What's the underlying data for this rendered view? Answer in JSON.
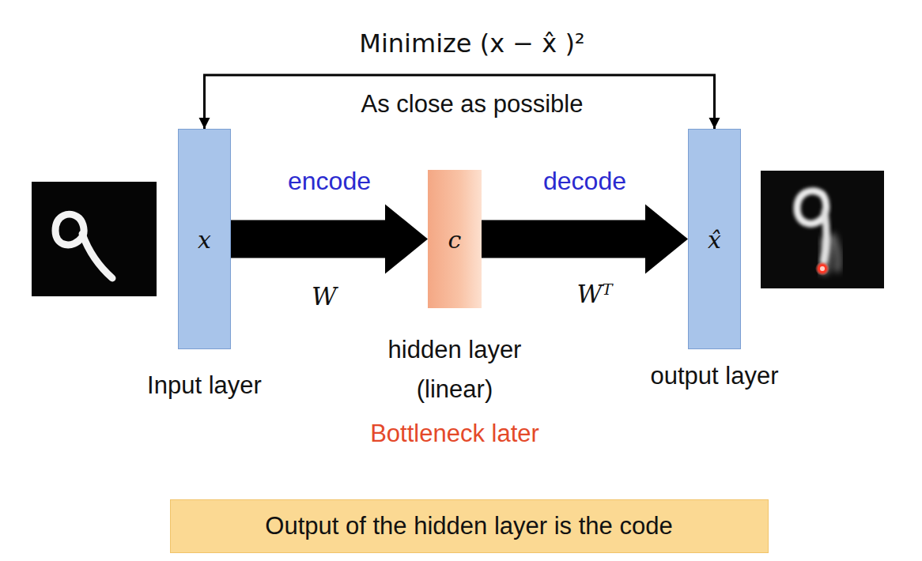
{
  "diagram": {
    "nodes": [
      {
        "text": [
          "x",
          "Input layer"
        ]
      },
      {
        "text": [
          "c",
          "hidden layer (linear)"
        ]
      },
      {
        "text": [
          "x̂",
          "output layer"
        ]
      },
      {
        "text": [
          "Output of the hidden layer is the code"
        ]
      }
    ],
    "edges": [
      {
        "from": 0,
        "to": 1,
        "arrow": "to",
        "label": "encode"
      },
      {
        "from": 1,
        "to": 2,
        "arrow": "to",
        "label": "decode"
      },
      {
        "from": 0,
        "to": 2,
        "arrow": "both",
        "label": "Minimize (x − x̂ )²"
      }
    ],
    "labels": [
      "As close as possible",
      "W",
      "Wᵀ",
      "Bottleneck later"
    ]
  }
}
